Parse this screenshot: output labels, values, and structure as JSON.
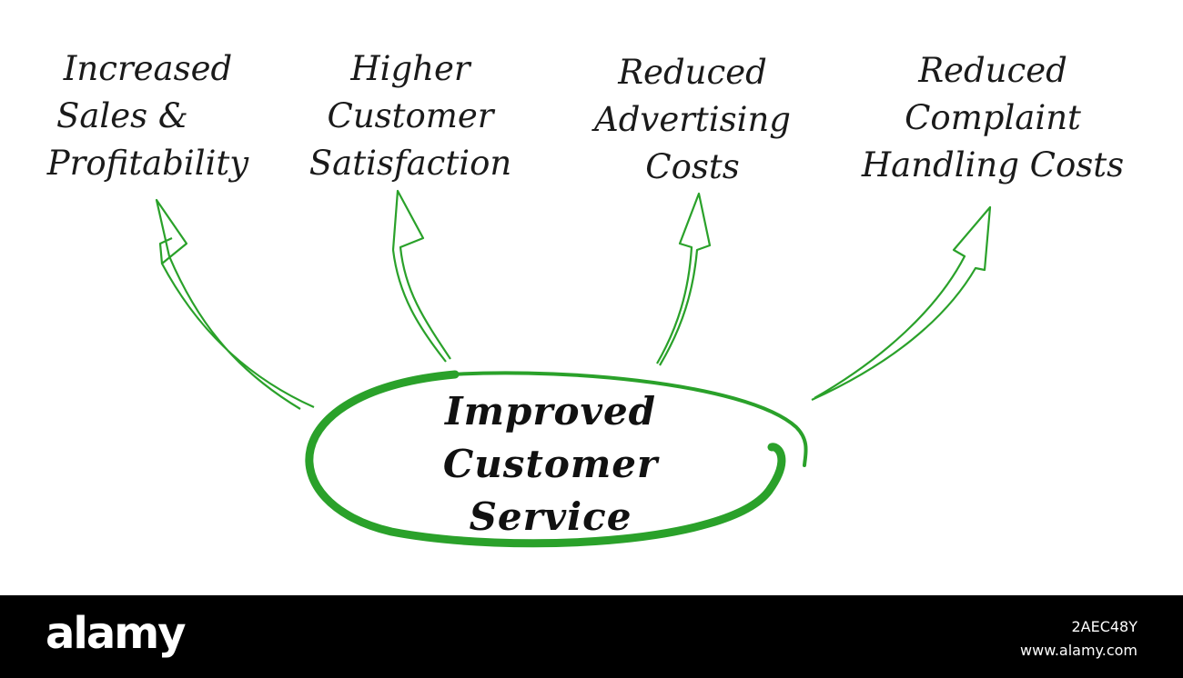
{
  "diagram": {
    "center": {
      "lines": [
        "Improved",
        "Customer",
        "Service"
      ]
    },
    "outcomes": [
      {
        "lines": [
          "Increased",
          "Sales &",
          "Profitability"
        ]
      },
      {
        "lines": [
          "Higher",
          "Customer",
          "Satisfaction"
        ]
      },
      {
        "lines": [
          "Reduced",
          "Advertising",
          "Costs"
        ]
      },
      {
        "lines": [
          "Reduced",
          "Complaint",
          "Handling Costs"
        ]
      }
    ],
    "accent_color": "#2aa12a"
  },
  "watermark": {
    "brand": "alamy",
    "image_id": "2AEC48Y",
    "url": "www.alamy.com"
  }
}
